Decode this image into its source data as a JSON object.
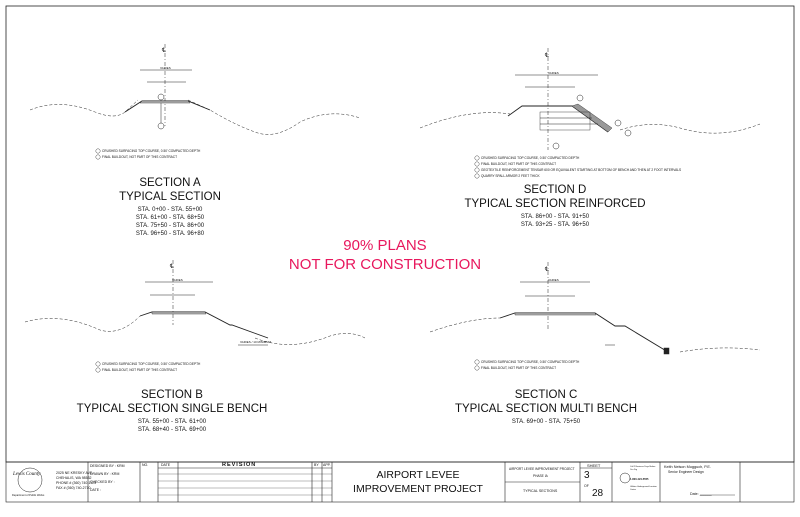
{
  "watermark": {
    "line1": "90% PLANS",
    "line2": "NOT FOR CONSTRUCTION"
  },
  "sections": {
    "a": {
      "title1": "SECTION A",
      "title2": "TYPICAL SECTION",
      "stations": [
        "STA. 0+00 - STA. 55+00",
        "STA. 61+00 - STA. 68+50",
        "STA. 75+50 - STA. 86+00",
        "STA. 96+50 - STA. 96+80"
      ],
      "notes": [
        "CRUSHED SURFACING TOP COURSE, 0.50' COMPACTED DEPTH",
        "FINAL BUILDOUT, NOT PART OF THIS CONTRACT"
      ],
      "varies": "VARIES"
    },
    "b": {
      "title1": "SECTION B",
      "title2": "TYPICAL SECTION SINGLE BENCH",
      "stations": [
        "STA. 55+00 - STA. 61+00",
        "STA. 68+40 - STA. 69+00"
      ],
      "notes": [
        "CRUSHED SURFACING TOP COURSE, 0.50' COMPACTED DEPTH",
        "FINAL BUILDOUT, NOT PART OF THIS CONTRACT"
      ],
      "varies": "VARIES",
      "bench": "VARIES / 10 MINIMUM"
    },
    "c": {
      "title1": "SECTION C",
      "title2": "TYPICAL SECTION MULTI BENCH",
      "stations": [
        "STA. 69+00 - STA. 75+50"
      ],
      "notes": [
        "CRUSHED SURFACING TOP COURSE, 0.50' COMPACTED DEPTH",
        "FINAL BUILDOUT, NOT PART OF THIS CONTRACT"
      ],
      "varies": "VARIES"
    },
    "d": {
      "title1": "SECTION D",
      "title2": "TYPICAL SECTION REINFORCED",
      "stations": [
        "STA. 86+00 - STA. 91+50",
        "STA. 93+25 - STA. 96+50"
      ],
      "notes": [
        "CRUSHED SURFACING TOP COURSE, 0.50' COMPACTED DEPTH",
        "FINAL BUILDOUT, NOT PART OF THIS CONTRACT",
        "GEOTEXTILE REINFORCEMENT TENSAR 600 OR EQUIVALENT STARTING AT BOTTOM OF BENCH AND THEN AT 2 FOOT INTERVALS",
        "QUARRY SPALL ARMOR 2 FEET THICK"
      ],
      "varies": "VARIES"
    }
  },
  "title_block": {
    "county_logo": "Lewis County",
    "dept": "Department of Public Works",
    "address": [
      "2025 NE KRESKY AVE",
      "CHEHALIS, WA 98532",
      "PHONE # (360) 740-1123",
      "FAX # (360) 740-2710"
    ],
    "designed_by": "DESIGNED BY : KRM",
    "drawn_by": "DRAWN BY : KRM",
    "checked_by": "CHECKED BY :",
    "date": "DATE :",
    "rev_no": "NO.",
    "rev_date": "DATE",
    "revision": "REVISION",
    "rev_by": "BY",
    "rev_appr": "APP.",
    "project_line1": "AIRPORT LEVEE",
    "project_line2": "IMPROVEMENT PROJECT",
    "project_small1": "AIRPORT LEVEE IMPROVEMENT PROJECT",
    "project_small2": "PHASE IA",
    "sheet_subject": "TYPICAL SECTIONS",
    "sheet_label": "SHEET",
    "sheet_no": "3",
    "of_label": "OF",
    "sheet_total": "28",
    "call_before": "Call 2 Business Days Before You Dig",
    "call_number": "1-800-424-5555",
    "utility": "Utilities Underground Location Center",
    "engineer_name": "Keith Nelson Mugguch, P.E.",
    "engineer_title": "Senior Engineer Design",
    "date_field": "Date: ______"
  }
}
